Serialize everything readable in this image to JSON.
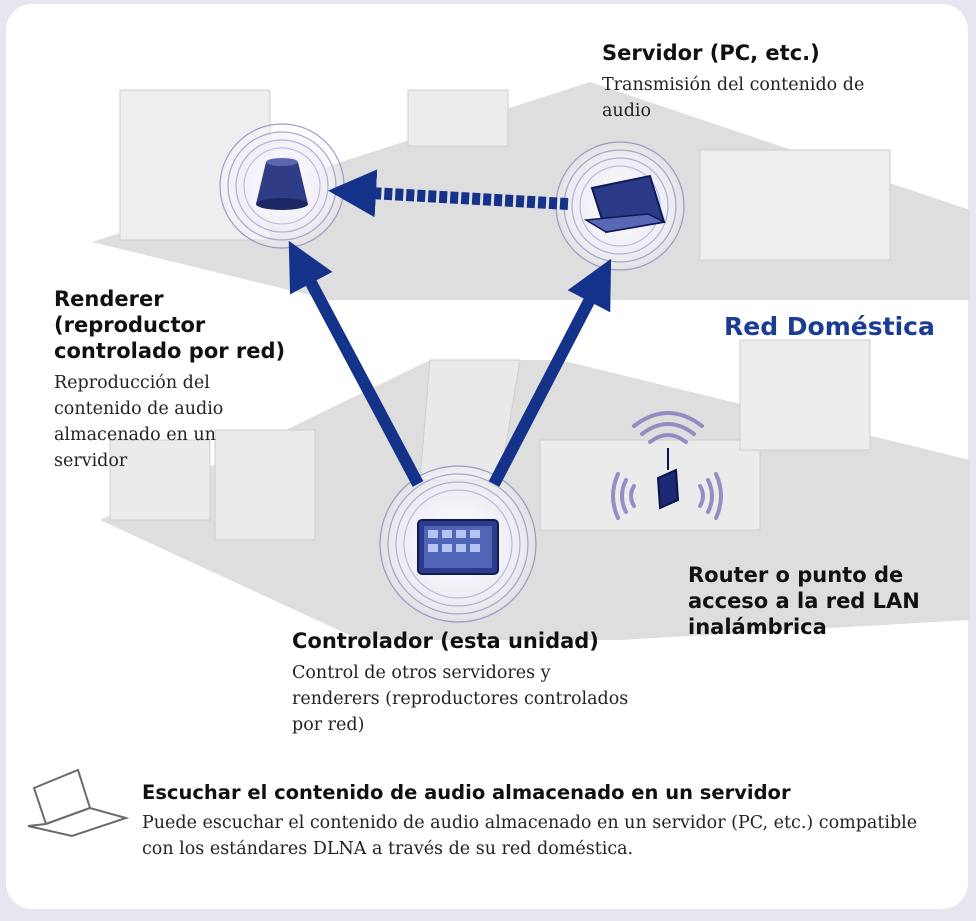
{
  "diagram": {
    "server": {
      "title": "Servidor (PC, etc.)",
      "desc_lines": [
        "Transmisión del contenido de",
        "audio"
      ],
      "icon": "laptop-icon"
    },
    "renderer": {
      "title_lines": [
        "Renderer",
        "(reproductor",
        "controlado por red)"
      ],
      "desc_lines": [
        "Reproducción del",
        "contenido de audio",
        "almacenado en un",
        "servidor"
      ],
      "icon": "speaker-icon"
    },
    "controller": {
      "title": "Controlador (esta unidad)",
      "desc_lines": [
        "Control de otros servidores y",
        "renderers (reproductores controlados",
        "por red)"
      ],
      "icon": "tablet-icon"
    },
    "router": {
      "title_lines": [
        "Router o punto de",
        "acceso a la red LAN",
        "inalámbrica"
      ],
      "icon": "wifi-router-icon"
    },
    "network_label": "Red Doméstica",
    "colors": {
      "arrow": "#14328a",
      "network_label": "#1b3c94",
      "ring": "#8a84c0",
      "room": "#dcdcdc",
      "page_border": "#e6e6f1"
    }
  },
  "footer": {
    "title": "Escuchar el contenido de audio almacenado en un servidor",
    "desc_lines": [
      "Puede escuchar el contenido de audio almacenado en un servidor (PC, etc.) compatible",
      "con los estándares DLNA a través de su red doméstica."
    ],
    "icon": "laptop-outline-icon"
  }
}
